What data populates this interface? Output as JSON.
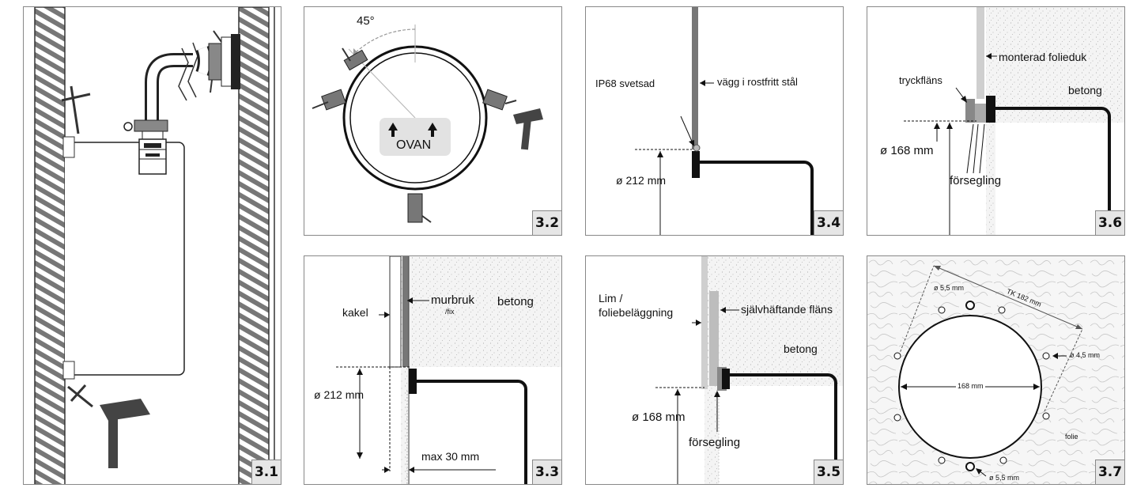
{
  "panels": {
    "p31": {
      "tag": "3.1"
    },
    "p32": {
      "tag": "3.2",
      "angle": "45°",
      "ovan": "OVAN"
    },
    "p33": {
      "tag": "3.3",
      "kakel": "kakel",
      "murbruk": "murbruk",
      "fix": "/fix",
      "betong": "betong",
      "dia": "ø 212 mm",
      "max": "max 30 mm"
    },
    "p34": {
      "tag": "3.4",
      "ip68": "IP68 svetsad",
      "vagg": "vägg i rostfritt stål",
      "dia": "ø 212 mm"
    },
    "p35": {
      "tag": "3.5",
      "lim": "Lim /",
      "foliebel": "foliebeläggning",
      "flans": "självhäftande fläns",
      "betong": "betong",
      "dia": "ø 168 mm",
      "forsegling": "försegling"
    },
    "p36": {
      "tag": "3.6",
      "folieduk": "monterad folieduk",
      "tryck": "tryckfläns",
      "betong": "betong",
      "dia": "ø 168 mm",
      "forsegling": "försegling"
    },
    "p37": {
      "tag": "3.7",
      "hole_top": "ø 5,5 mm",
      "tk": "TK 182 mm",
      "hole_side": "ø 4,5 mm",
      "dia": "168 mm",
      "folie": "folie",
      "hole_bottom": "ø 5,5 mm"
    }
  }
}
